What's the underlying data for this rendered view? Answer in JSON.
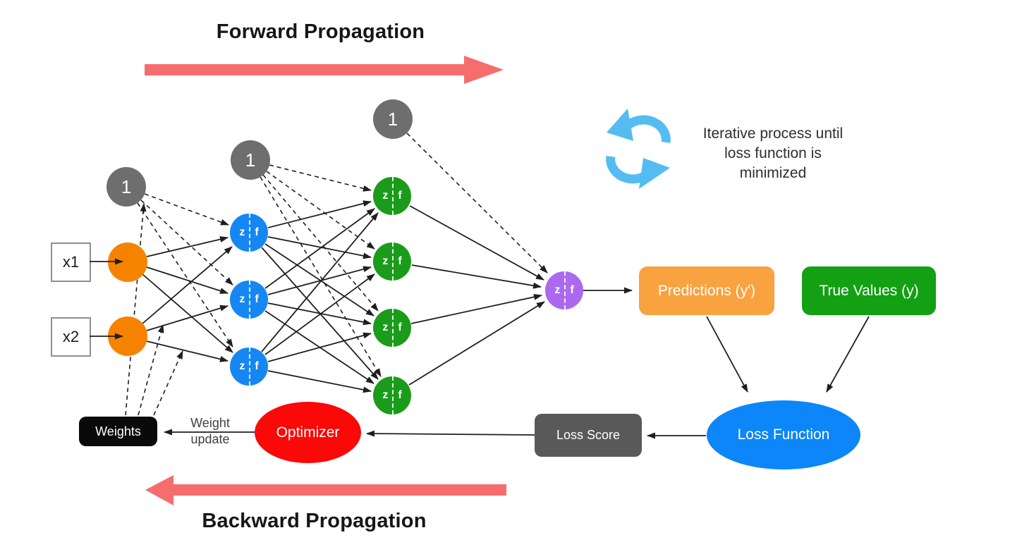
{
  "titles": {
    "forward": "Forward Propagation",
    "backward": "Backward Propagation"
  },
  "note": {
    "line1": "Iterative process until",
    "line2": "loss function is",
    "line3": "minimized"
  },
  "network": {
    "inputs": [
      {
        "label": "x1"
      },
      {
        "label": "x2"
      }
    ],
    "bias_label": "1",
    "node": {
      "z": "z",
      "f": "f"
    }
  },
  "flow": {
    "predictions": "Predictions (y')",
    "true_values": "True Values (y)",
    "loss_function": "Loss Function",
    "loss_score": "Loss Score",
    "optimizer": "Optimizer",
    "weights": "Weights",
    "weight_update": {
      "line1": "Weight",
      "line2": "update"
    }
  },
  "colors": {
    "flow_arrow": "#F66D6D",
    "input_node": "#F68300",
    "bias_node": "#6E6E6E",
    "hidden_layer1_node": "#1687F2",
    "hidden_layer2_node": "#1A9C1A",
    "output_node": "#AB69EF",
    "predictions_box": "#F8A240",
    "true_values_box": "#13A013",
    "loss_function": "#0C86F8",
    "loss_score": "#595959",
    "optimizer": "#FB0808",
    "weights": "#0A0A0A",
    "refresh_icon": "#55BCF2",
    "edge": "#1F1F1F"
  }
}
